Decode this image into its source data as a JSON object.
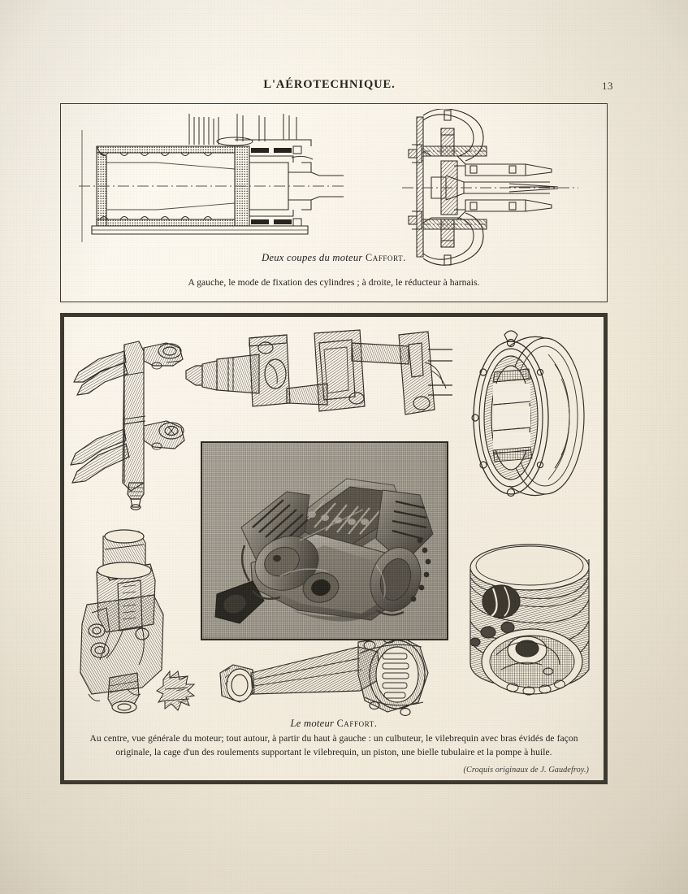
{
  "page": {
    "running_head": "L'AÉROTECHNIQUE.",
    "folio": "13",
    "background_color": "#f3ecdd",
    "ink_color": "#2e2b25"
  },
  "plates": [
    {
      "id": "plate-sections",
      "caption_title_text": "Deux coupes du moteur ",
      "caption_title_smallcaps": "Caffort.",
      "caption_sub": "A gauche, le mode de fixation des cylindres ; à droite, le réducteur à harnais.",
      "figures": [
        {
          "name": "cylinder-mounting-section",
          "label": "mode de fixation des cylindres"
        },
        {
          "name": "harness-reduction-gear-section",
          "label": "réducteur à harnais"
        }
      ]
    },
    {
      "id": "plate-engine",
      "caption_title_text": "Le moteur ",
      "caption_title_smallcaps": "Caffort.",
      "caption_sub_line1": "Au centre, vue générale du moteur; tout autour, à partir du haut à gauche : un culbuteur, le vilebrequin avec bras évidés de façon",
      "caption_sub_line2": "originale, la cage d'un des roulements supportant le vilebrequin, un piston, une bielle tubulaire et la pompe à huile.",
      "credit": "(Croquis originaux de J. Gaudefroy.)",
      "figures": [
        {
          "name": "rocker-arm",
          "label": "un culbuteur"
        },
        {
          "name": "crankshaft",
          "label": "le vilebrequin avec bras évidés de façon originale"
        },
        {
          "name": "bearing-cage",
          "label": "la cage d'un des roulements supportant le vilebrequin"
        },
        {
          "name": "engine-photo",
          "label": "vue générale du moteur"
        },
        {
          "name": "piston",
          "label": "un piston"
        },
        {
          "name": "connecting-rod",
          "label": "une bielle tubulaire"
        },
        {
          "name": "oil-pump",
          "label": "la pompe à huile"
        }
      ]
    }
  ]
}
